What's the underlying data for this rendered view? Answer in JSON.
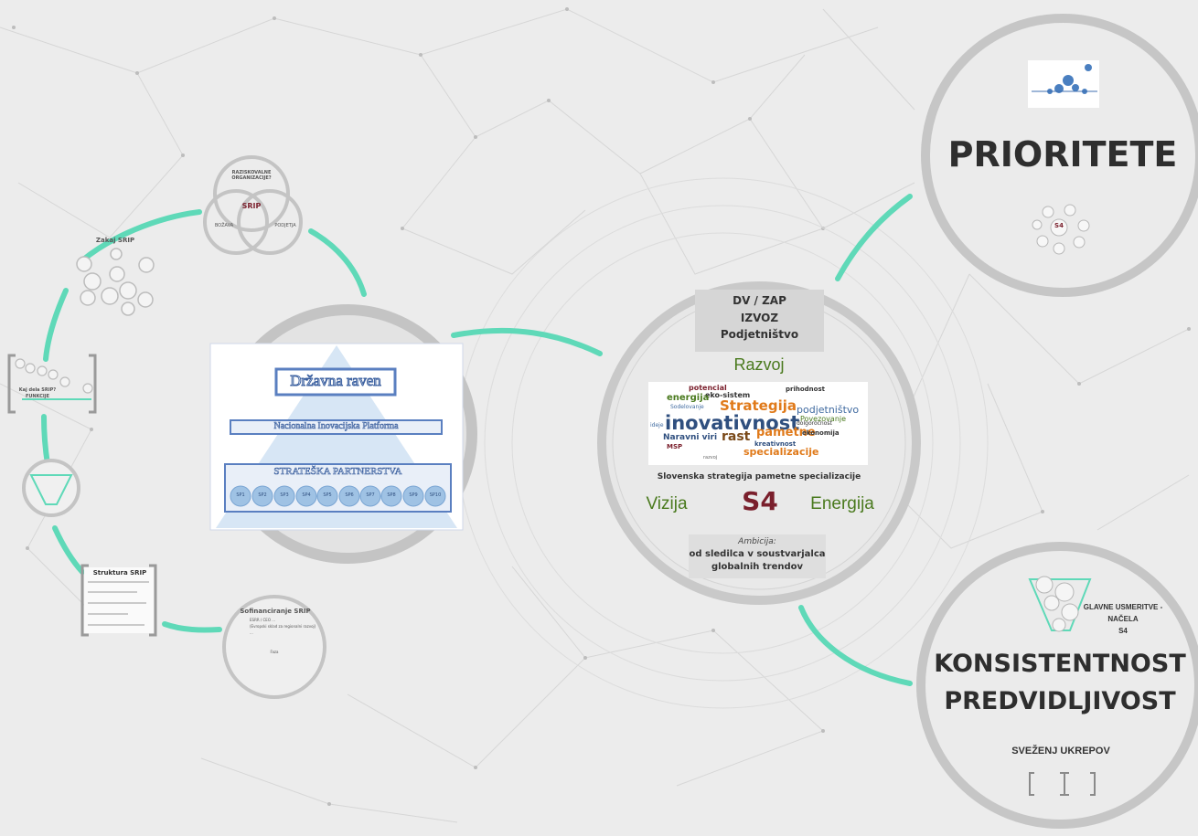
{
  "srip_cycle": {
    "venn": {
      "center": "SRIP",
      "top": "RAZISKOVALNE ORGANIZACIJE?",
      "left": "BOŽAVA",
      "right": "PODJETJA"
    },
    "zakaj": "Zakaj SRIP",
    "kaj_dela": "Kaj dela SRIP? FUNKCIJE",
    "struktura": "Struktura SRIP",
    "sofinanciranje": "Sofinanciranje SRIP",
    "sofin_items": [
      "ESRR / CEO ...",
      "(Evropski sklad za regionalni razvoj)",
      "...",
      "Faza"
    ]
  },
  "pyramid": {
    "title": "Državna raven",
    "platform": "Nacionalna Inovacijska Platforma",
    "partnerships": "STRATEŠKA PARTNERSTVA",
    "sp_items": [
      "SP1",
      "SP2",
      "SP3",
      "SP4",
      "SP5",
      "SP6",
      "SP7",
      "SP8",
      "SP9",
      "SP10"
    ]
  },
  "center": {
    "top_box": [
      "DV / ZAP",
      "IZVOZ",
      "Podjetništvo"
    ],
    "razvoj": "Razvoj",
    "wordcloud": [
      "potencial",
      "eko-sistem",
      "energija",
      "Strategija",
      "podjetništvo",
      "inovativnost",
      "pametne",
      "Naravni viri",
      "rast",
      "specializacije",
      "MSP",
      "kreativnost",
      "ekonomija",
      "dolgoročnost",
      "Povezovanje",
      "Sodelovanje",
      "ideje",
      "razvoj",
      "prihodnost"
    ],
    "subtitle": "Slovenska strategija pametne specializacije",
    "vizija": "Vizija",
    "s4": "S4",
    "energija": "Energija",
    "ambicija_label": "Ambicija:",
    "ambicija": [
      "od sledilca v soustvarjalca",
      "globalnih trendov"
    ]
  },
  "prioritete": {
    "title": "PRIORITETE",
    "s4": "S4"
  },
  "konsistentnost": {
    "glavne": [
      "GLAVNE USMERITVE -",
      "NAČELA",
      "S4"
    ],
    "line1": "KONSISTENTNOST",
    "line2": "PREDVIDLJIVOST",
    "svezenj": "SVEŽENJ UKREPOV"
  },
  "colors": {
    "accent": "#5fd9b8",
    "ring": "#c4c4c4",
    "dark": "#2e2e2e",
    "green": "#4a7a1e",
    "maroon": "#7a1f2c",
    "blue_box": "#5a7fc0"
  }
}
